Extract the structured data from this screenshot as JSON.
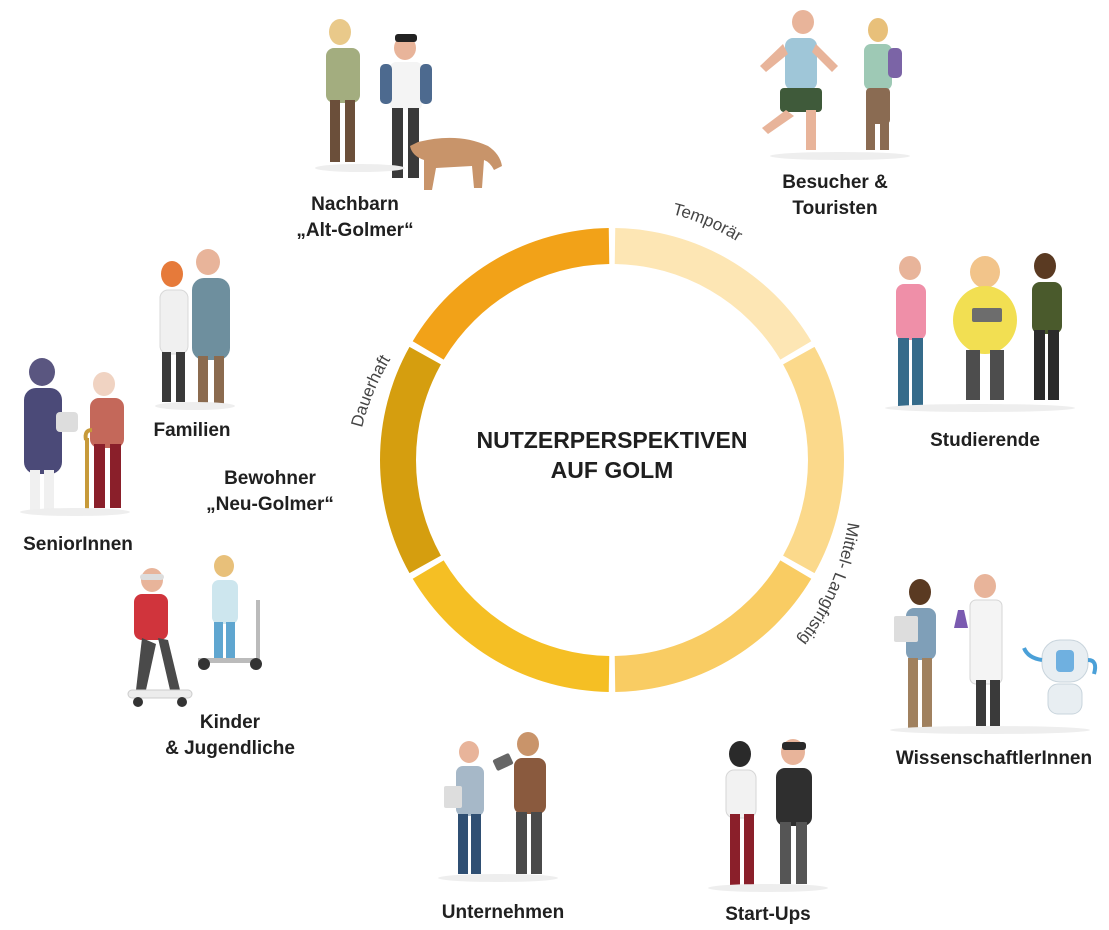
{
  "center_title": [
    "NUTZERPERSPEKTIVEN",
    "AUF GOLM"
  ],
  "arc_labels": {
    "temporaer": "Temporär",
    "mittel": "Mittel- Langfristig",
    "dauerhaft": "Dauerhaft"
  },
  "ring_colors": [
    "#fde6b4",
    "#fbd98b",
    "#f9cc63",
    "#f5bf24",
    "#d59e0f",
    "#f2a218"
  ],
  "groups": {
    "nachbarn": [
      "Nachbarn",
      "„Alt-Golmer“"
    ],
    "besucher": [
      "Besucher &",
      "Touristen"
    ],
    "studierende": [
      "Studierende"
    ],
    "familien": [
      "Familien"
    ],
    "bewohner": [
      "Bewohner",
      "„Neu-Golmer“"
    ],
    "senioren": [
      "SeniorInnen"
    ],
    "kinder": [
      "Kinder",
      "& Jugendliche"
    ],
    "wissenschaftler": [
      "WissenschaftlerInnen"
    ],
    "unternehmen": [
      "Unternehmen"
    ],
    "startups": [
      "Start-Ups"
    ]
  }
}
